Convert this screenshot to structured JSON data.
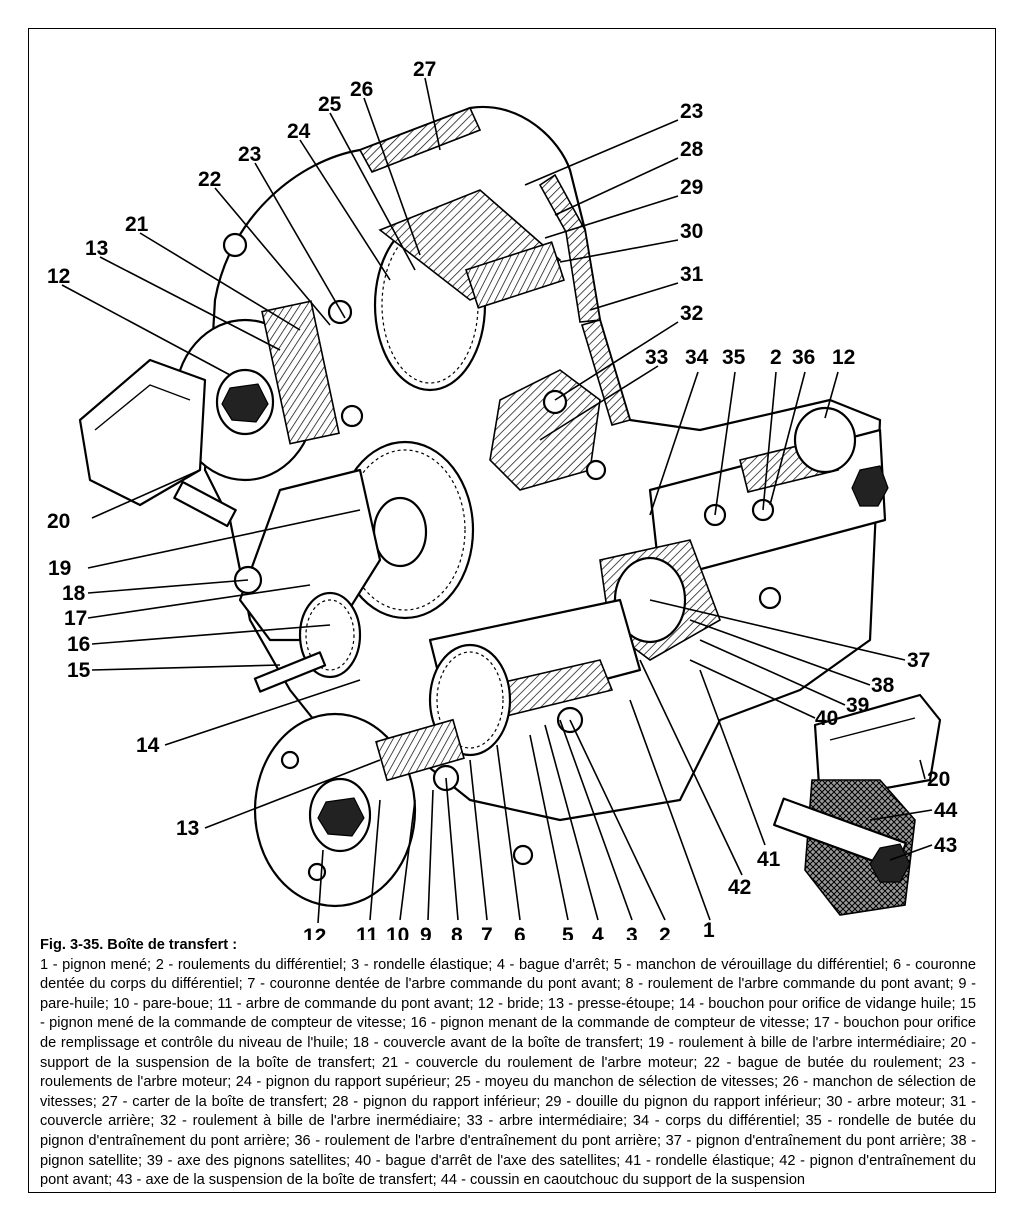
{
  "figure": {
    "title": "Fig. 3-35. Boîte de transfert :",
    "legend": "1 - pignon mené; 2 - roulements du différentiel; 3 - rondelle élastique; 4 - bague d'arrêt; 5 - manchon de vérouillage du différentiel; 6 - couronne dentée du corps  du différentiel; 7 - couronne dentée de l'arbre commande du pont avant; 8 - roulement de l'arbre commande du pont avant; 9 - pare-huile; 10 - pare-boue; 11 - arbre de commande du pont avant; 12 - bride; 13 - presse-étoupe; 14 - bouchon pour orifice de vidange huile; 15 - pignon mené de la commande de compteur de vitesse; 16 - pignon menant de la commande de compteur de vitesse; 17 - bouchon pour orifice de remplissage et contrôle du niveau de l'huile; 18 - couvercle avant de la boîte de transfert; 19 - roulement à bille de l'arbre intermédiaire; 20 - support de la suspension de la boîte de transfert; 21 - couvercle du roulement de l'arbre moteur; 22 - bague de butée du roulement; 23 - roulements de l'arbre moteur; 24 - pignon du rapport supérieur; 25 - moyeu du manchon de sélection de vitesses; 26 - manchon de sélection de vitesses; 27 - carter de la boîte de transfert; 28 - pignon du rapport inférieur; 29 - douille du pignon du rapport inférieur; 30 - arbre moteur; 31 - couvercle arrière; 32 - roulement à bille de l'arbre inermédiaire; 33 - arbre intermédiaire; 34 - corps du différentiel; 35 - rondelle de butée du pignon d'entraînement du pont arrière; 36 - roulement de l'arbre d'entraînement du pont arrière; 37 - pignon d'entraînement du pont arrière; 38 - pignon satellite; 39 - axe des pignons satellites; 40 - bague d'arrêt de l'axe des satellites; 41 - rondelle élastique; 42 - pignon d'entraînement du pont avant; 43 - axe de la suspension de la boîte de transfert; 44 - coussin en caoutchouc du support de la suspension"
  },
  "callouts": [
    {
      "id": "27",
      "label": "27"
    },
    {
      "id": "26",
      "label": "26"
    },
    {
      "id": "25",
      "label": "25"
    },
    {
      "id": "24",
      "label": "24"
    },
    {
      "id": "23a",
      "label": "23"
    },
    {
      "id": "22",
      "label": "22"
    },
    {
      "id": "21",
      "label": "21"
    },
    {
      "id": "13a",
      "label": "13"
    },
    {
      "id": "12a",
      "label": "12"
    },
    {
      "id": "23b",
      "label": "23"
    },
    {
      "id": "28",
      "label": "28"
    },
    {
      "id": "29",
      "label": "29"
    },
    {
      "id": "30",
      "label": "30"
    },
    {
      "id": "31",
      "label": "31"
    },
    {
      "id": "32",
      "label": "32"
    },
    {
      "id": "33",
      "label": "33"
    },
    {
      "id": "34",
      "label": "34"
    },
    {
      "id": "35",
      "label": "35"
    },
    {
      "id": "2a",
      "label": "2"
    },
    {
      "id": "36",
      "label": "36"
    },
    {
      "id": "12b",
      "label": "12"
    },
    {
      "id": "20a",
      "label": "20"
    },
    {
      "id": "19",
      "label": "19"
    },
    {
      "id": "18",
      "label": "18"
    },
    {
      "id": "17",
      "label": "17"
    },
    {
      "id": "16",
      "label": "16"
    },
    {
      "id": "15",
      "label": "15"
    },
    {
      "id": "14",
      "label": "14"
    },
    {
      "id": "13b",
      "label": "13"
    },
    {
      "id": "37",
      "label": "37"
    },
    {
      "id": "38",
      "label": "38"
    },
    {
      "id": "39",
      "label": "39"
    },
    {
      "id": "40",
      "label": "40"
    },
    {
      "id": "20b",
      "label": "20"
    },
    {
      "id": "44",
      "label": "44"
    },
    {
      "id": "43",
      "label": "43"
    },
    {
      "id": "41",
      "label": "41"
    },
    {
      "id": "42",
      "label": "42"
    },
    {
      "id": "12c",
      "label": "12"
    },
    {
      "id": "11",
      "label": "11"
    },
    {
      "id": "10",
      "label": "10"
    },
    {
      "id": "9",
      "label": "9"
    },
    {
      "id": "8",
      "label": "8"
    },
    {
      "id": "7",
      "label": "7"
    },
    {
      "id": "6",
      "label": "6"
    },
    {
      "id": "5",
      "label": "5"
    },
    {
      "id": "4",
      "label": "4"
    },
    {
      "id": "3",
      "label": "3"
    },
    {
      "id": "2b",
      "label": "2"
    },
    {
      "id": "1",
      "label": "1"
    }
  ]
}
